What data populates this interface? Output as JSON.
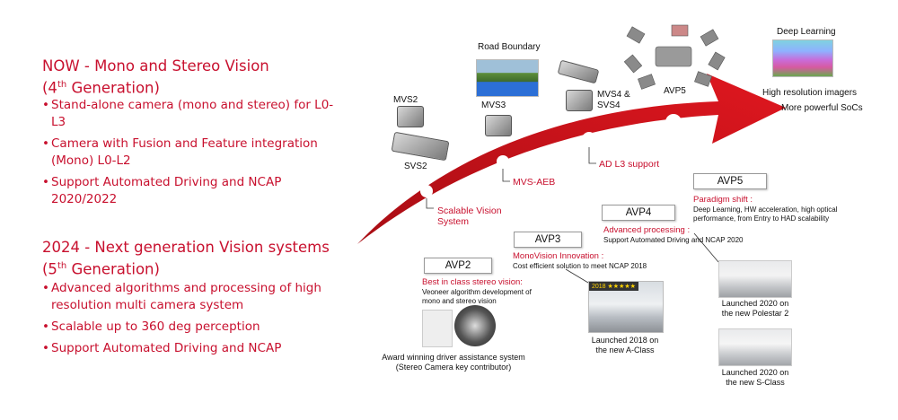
{
  "left": {
    "now_title_line1": "NOW - Mono and Stereo Vision",
    "now_title_pre": "(4",
    "now_title_sup": "th",
    "now_title_post": " Generation)",
    "now_bullets": [
      "Stand-alone camera (mono and stereo) for L0-L3",
      "Camera with Fusion and Feature integration (Mono) L0-L2",
      "Support Automated Driving and NCAP 2020/2022"
    ],
    "next_title_line1": "2024 - Next generation Vision systems",
    "next_title_pre": "(5",
    "next_title_sup": "th",
    "next_title_post": " Generation)",
    "next_bullets": [
      "Advanced algorithms and processing of high resolution multi camera system",
      "Scalable up to 360 deg perception",
      "Support Automated Driving and NCAP"
    ]
  },
  "diagram": {
    "products": {
      "mvs2": "MVS2",
      "svs2": "SVS2",
      "mvs3": "MVS3",
      "road_boundary": "Road Boundary",
      "mvs4_svs4_line1": "MVS4 &",
      "mvs4_svs4_line2": "SVS4",
      "avp5": "AVP5",
      "deep_learning": "Deep Learning",
      "high_res": "High resolution imagers",
      "more_powerful": "More powerful SoCs"
    },
    "milestones": {
      "scalable_line1": "Scalable Vision",
      "scalable_line2": "System",
      "mvs_aeb": "MVS-AEB",
      "ad_l3": "AD L3 support"
    },
    "boxes": {
      "avp2": {
        "title": "AVP2",
        "subtitle": "Best in class stereo vision:",
        "desc": [
          "Veoneer algorithm development of",
          "mono and stereo vision"
        ],
        "caption": [
          "Award winning driver assistance system",
          "(Stereo Camera key contributor)"
        ]
      },
      "avp3": {
        "title": "AVP3",
        "subtitle": "MonoVision Innovation :",
        "desc": [
          "Cost efficient solution  to meet NCAP 2018"
        ],
        "badge": "2018 ★★★★★",
        "caption": [
          "Launched 2018 on",
          "the new A-Class"
        ]
      },
      "avp4": {
        "title": "AVP4",
        "subtitle": "Advanced processing :",
        "desc": [
          "Support Automated  Driving and NCAP 2020"
        ]
      },
      "avp5": {
        "title": "AVP5",
        "subtitle": "Paradigm shift :",
        "desc": [
          "Deep Learning, HW acceleration, high optical",
          "performance, from Entry to HAD scalability"
        ],
        "caption_polestar": [
          "Launched 2020 on",
          "the new Polestar 2"
        ],
        "caption_sclass": [
          "Launched 2020 on",
          "the new S-Class"
        ]
      }
    }
  },
  "colors": {
    "accent": "#c8102e",
    "arrow": "#d0141c"
  }
}
